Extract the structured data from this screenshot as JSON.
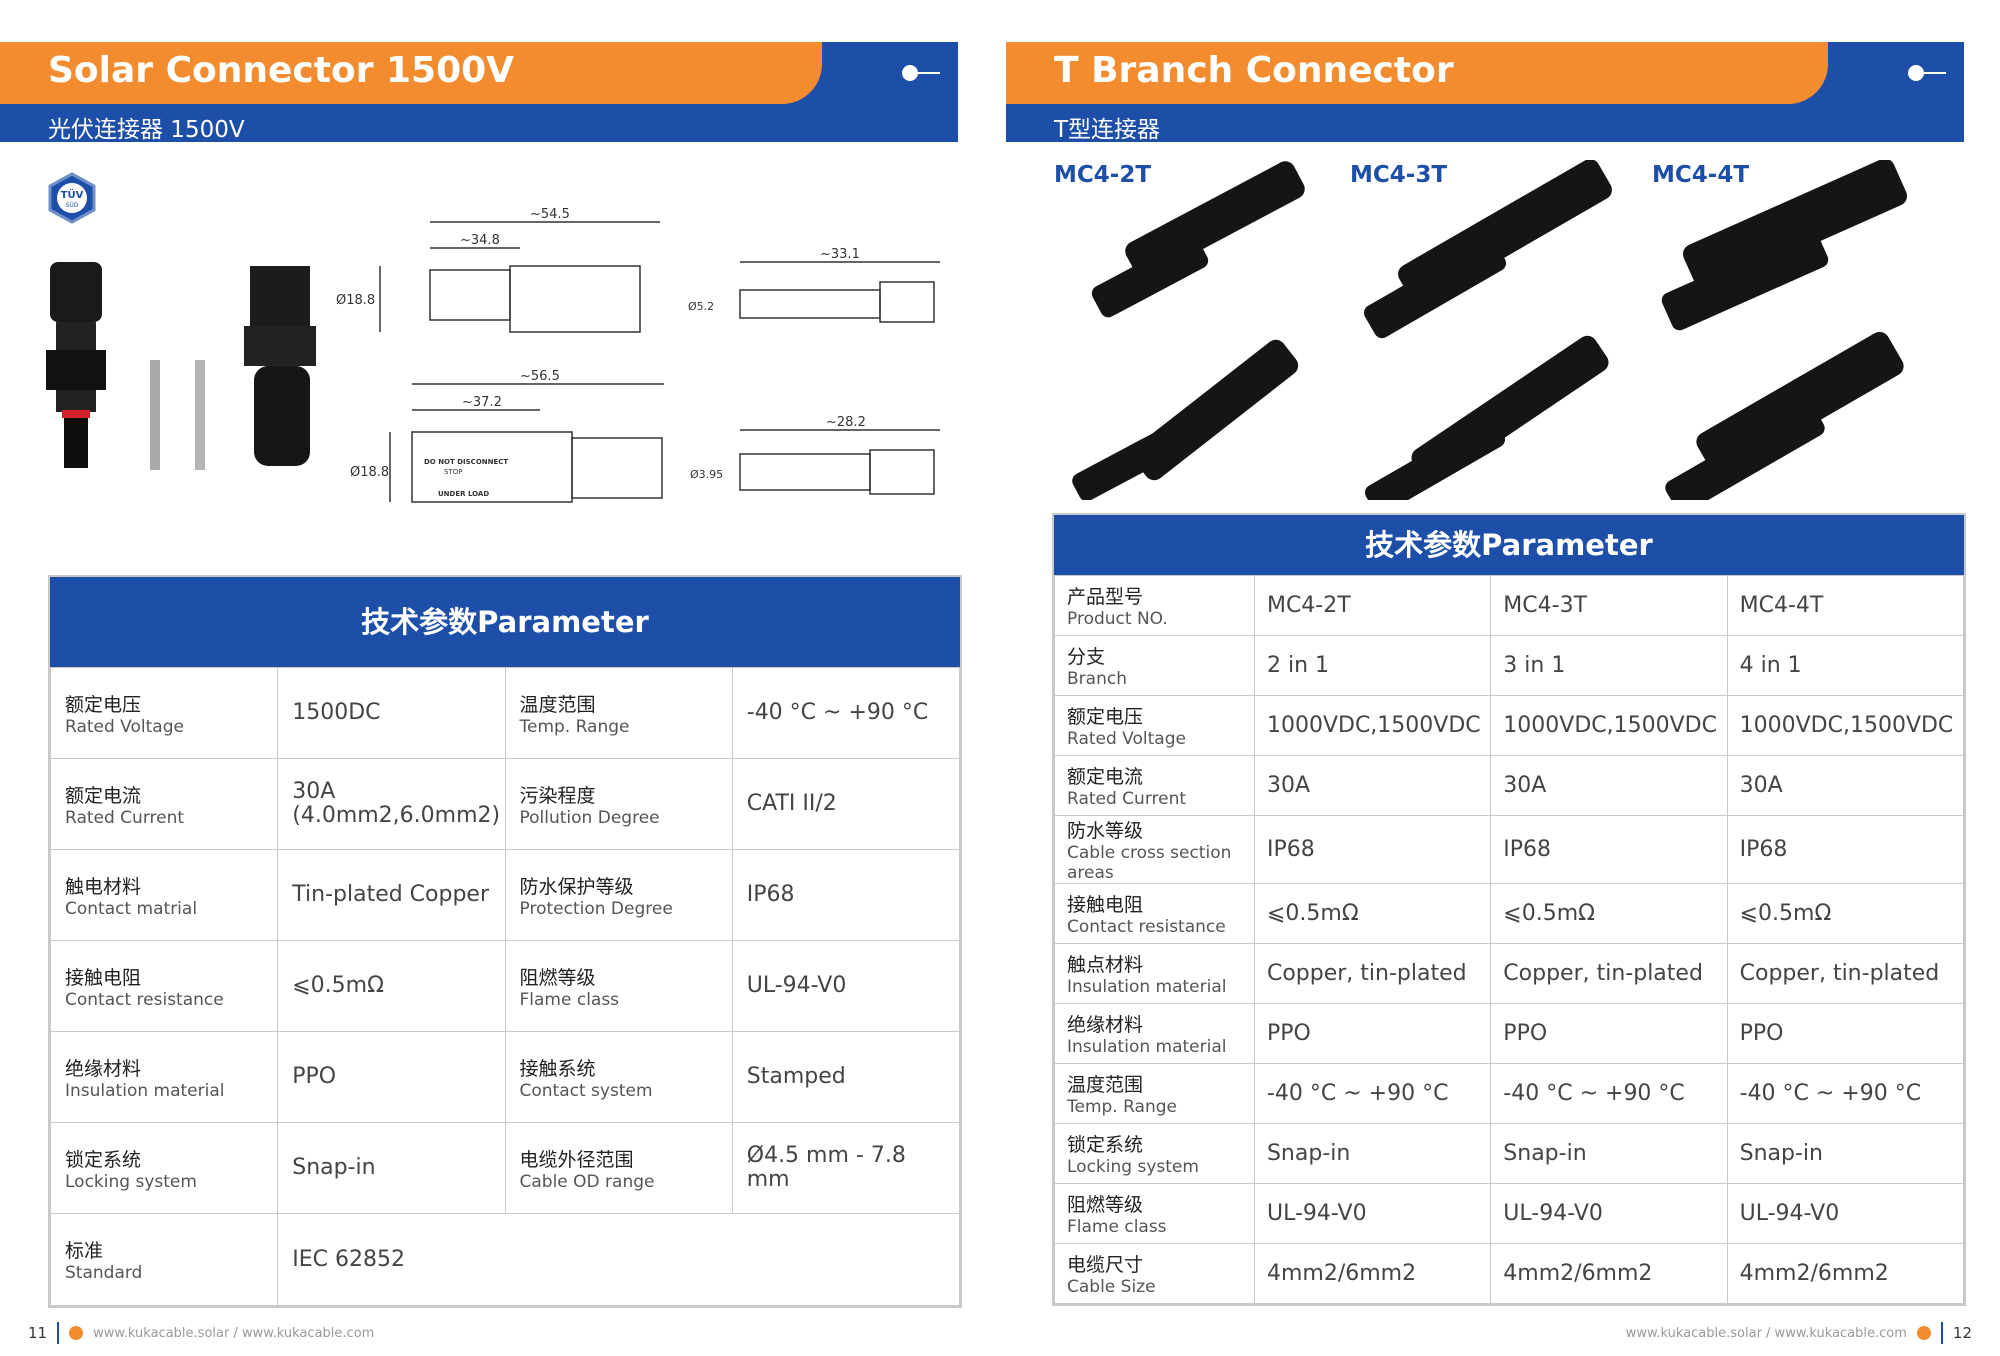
{
  "left": {
    "header": {
      "title": "Solar Connector 1500V",
      "subtitle": "光伏连接器 1500V"
    },
    "badge": {
      "line1": "TÜV",
      "line2": "SÜD"
    },
    "dimensions": {
      "d1": "~54.5",
      "d2": "~34.8",
      "d3": "Ø18.8",
      "d4": "~33.1",
      "d5": "Ø5.2",
      "d6": "~56.5",
      "d7": "~37.2",
      "d8": "Ø18.8",
      "d9": "~28.2",
      "d10": "Ø3.95",
      "warn1": "DO NOT DISCONNECT",
      "warn2": "STOP",
      "warn3": "UNDER LOAD"
    },
    "param_title": "技术参数Parameter",
    "params": [
      [
        {
          "zh": "额定电压",
          "en": "Rated Voltage",
          "val": "1500DC"
        },
        {
          "zh": "温度范围",
          "en": "Temp. Range",
          "val": "-40 °C ~ +90 °C"
        }
      ],
      [
        {
          "zh": "额定电流",
          "en": "Rated Current",
          "val": "30A\n(4.0mm2,6.0mm2)"
        },
        {
          "zh": "污染程度",
          "en": "Pollution Degree",
          "val": "CATI II/2"
        }
      ],
      [
        {
          "zh": "触电材料",
          "en": "Contact matrial",
          "val": "Tin-plated Copper"
        },
        {
          "zh": "防水保护等级",
          "en": "Protection Degree",
          "val": "IP68"
        }
      ],
      [
        {
          "zh": "接触电阻",
          "en": "Contact resistance",
          "val": "⩽0.5mΩ"
        },
        {
          "zh": "阻燃等级",
          "en": "Flame class",
          "val": "UL-94-V0"
        }
      ],
      [
        {
          "zh": "绝缘材料",
          "en": "Insulation material",
          "val": "PPO"
        },
        {
          "zh": "接触系统",
          "en": "Contact system",
          "val": "Stamped"
        }
      ],
      [
        {
          "zh": "锁定系统",
          "en": "Locking system",
          "val": "Snap-in"
        },
        {
          "zh": "电缆外径范围",
          "en": "Cable OD range",
          "val": "Ø4.5 mm - 7.8 mm"
        }
      ]
    ],
    "standard": {
      "zh": "标准",
      "en": "Standard",
      "val": "IEC 62852"
    },
    "footer": {
      "page": "11",
      "url": "www.kukacable.solar / www.kukacable.com"
    }
  },
  "right": {
    "header": {
      "title": "T Branch Connector",
      "subtitle": "T型连接器"
    },
    "products": [
      "MC4-2T",
      "MC4-3T",
      "MC4-4T"
    ],
    "param_title": "技术参数Parameter",
    "rows": [
      {
        "zh": "产品型号",
        "en": "Product NO.",
        "vals": [
          "MC4-2T",
          "MC4-3T",
          "MC4-4T"
        ]
      },
      {
        "zh": "分支",
        "en": "Branch",
        "vals": [
          "2 in 1",
          "3 in 1",
          "4 in 1"
        ]
      },
      {
        "zh": "额定电压",
        "en": "Rated Voltage",
        "vals": [
          "1000VDC,1500VDC",
          "1000VDC,1500VDC",
          "1000VDC,1500VDC"
        ]
      },
      {
        "zh": "额定电流",
        "en": "Rated Current",
        "vals": [
          "30A",
          "30A",
          "30A"
        ]
      },
      {
        "zh": "防水等级",
        "en": "Cable cross section areas",
        "vals": [
          "IP68",
          "IP68",
          "IP68"
        ]
      },
      {
        "zh": "接触电阻",
        "en": "Contact resistance",
        "vals": [
          "⩽0.5mΩ",
          "⩽0.5mΩ",
          "⩽0.5mΩ"
        ]
      },
      {
        "zh": "触点材料",
        "en": "Insulation material",
        "vals": [
          "Copper, tin-plated",
          "Copper, tin-plated",
          "Copper, tin-plated"
        ]
      },
      {
        "zh": "绝缘材料",
        "en": "Insulation material",
        "vals": [
          "PPO",
          "PPO",
          "PPO"
        ]
      },
      {
        "zh": "温度范围",
        "en": "Temp. Range",
        "vals": [
          "-40 °C ~ +90 °C",
          "-40 °C ~ +90 °C",
          "-40 °C ~ +90 °C"
        ]
      },
      {
        "zh": "锁定系统",
        "en": "Locking system",
        "vals": [
          "Snap-in",
          "Snap-in",
          "Snap-in"
        ]
      },
      {
        "zh": "阻燃等级",
        "en": "Flame class",
        "vals": [
          "UL-94-V0",
          "UL-94-V0",
          "UL-94-V0"
        ]
      },
      {
        "zh": "电缆尺寸",
        "en": "Cable Size",
        "vals": [
          "4mm2/6mm2",
          "4mm2/6mm2",
          "4mm2/6mm2"
        ]
      }
    ],
    "footer": {
      "page": "12",
      "url": "www.kukacable.solar / www.kukacable.com"
    }
  }
}
